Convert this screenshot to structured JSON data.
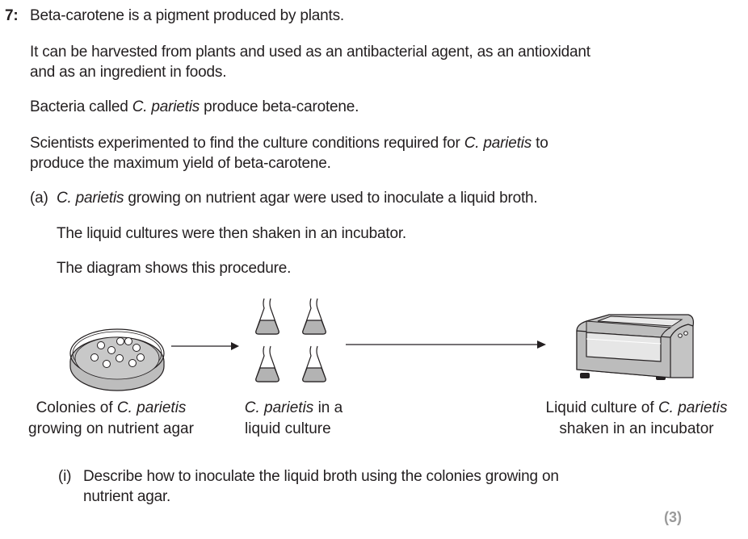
{
  "question": {
    "number": "7:",
    "intro": [
      "Beta-carotene is a pigment produced by plants.",
      "It can be harvested from plants and used as an antibacterial agent, as an antioxidant",
      "and as an ingredient in foods.",
      "Bacteria called",
      "C. parietis",
      "produce beta-carotene.",
      "Scientists experimented to find the culture conditions required for",
      "to",
      "produce the maximum yield of beta-carotene."
    ],
    "part_a": {
      "label": "(a)",
      "line1_rest": "growing on nutrient agar were used to inoculate a liquid broth.",
      "line2": "The liquid cultures were then shaken in an incubator.",
      "line3": "The diagram shows this procedure."
    },
    "diagram": {
      "species": "C. parietis",
      "label1_a": "Colonies of",
      "label1_b": "growing on nutrient agar",
      "label2_a": "in a",
      "label2_b": "liquid culture",
      "label3_a": "Liquid culture of",
      "label3_b": "shaken in an incubator",
      "icons": [
        "petri-dish-icon",
        "conical-flask-icon",
        "arrow-right-icon",
        "shaking-incubator-icon"
      ]
    },
    "part_i": {
      "label": "(i)",
      "line1": "Describe how to inoculate the liquid broth using the colonies growing on",
      "line2": "nutrient agar.",
      "marks": "(3)"
    }
  }
}
